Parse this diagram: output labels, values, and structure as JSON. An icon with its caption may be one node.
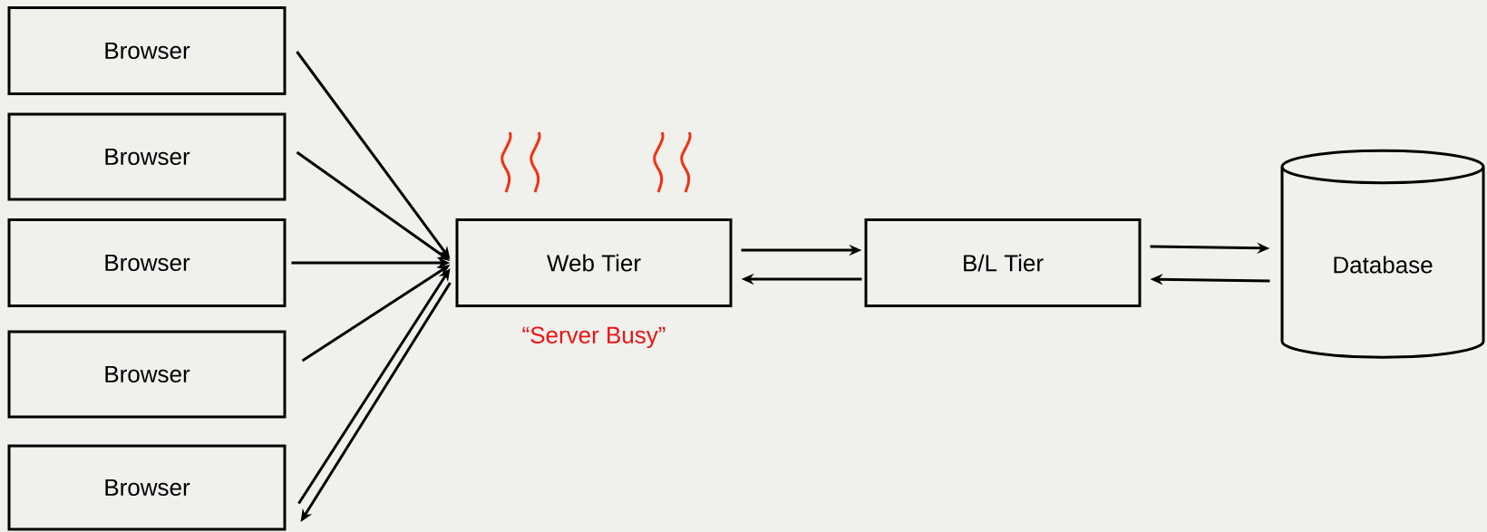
{
  "diagram": {
    "nodes": [
      {
        "text": [
          "Browser"
        ]
      },
      {
        "text": [
          "Browser"
        ]
      },
      {
        "text": [
          "Browser"
        ]
      },
      {
        "text": [
          "Browser"
        ]
      },
      {
        "text": [
          "Browser"
        ]
      },
      {
        "text": [
          "Web Tier"
        ],
        "beside": [
          "“Server Busy”"
        ]
      },
      {
        "text": [
          "B/L Tier"
        ]
      },
      {
        "text": [
          "Database"
        ]
      }
    ],
    "edges": [
      {
        "from": 0,
        "to": 5,
        "arrow": "to"
      },
      {
        "from": 1,
        "to": 5,
        "arrow": "to"
      },
      {
        "from": 2,
        "to": 5,
        "arrow": "to"
      },
      {
        "from": 3,
        "to": 5,
        "arrow": "to"
      },
      {
        "from": 4,
        "to": 5,
        "arrow": "to"
      },
      {
        "from": 5,
        "to": 4,
        "arrow": "to"
      },
      {
        "from": 5,
        "to": 6,
        "arrow": "to"
      },
      {
        "from": 6,
        "to": 5,
        "arrow": "to"
      },
      {
        "from": 6,
        "to": 7,
        "arrow": "to"
      },
      {
        "from": 7,
        "to": 6,
        "arrow": "to"
      }
    ]
  }
}
